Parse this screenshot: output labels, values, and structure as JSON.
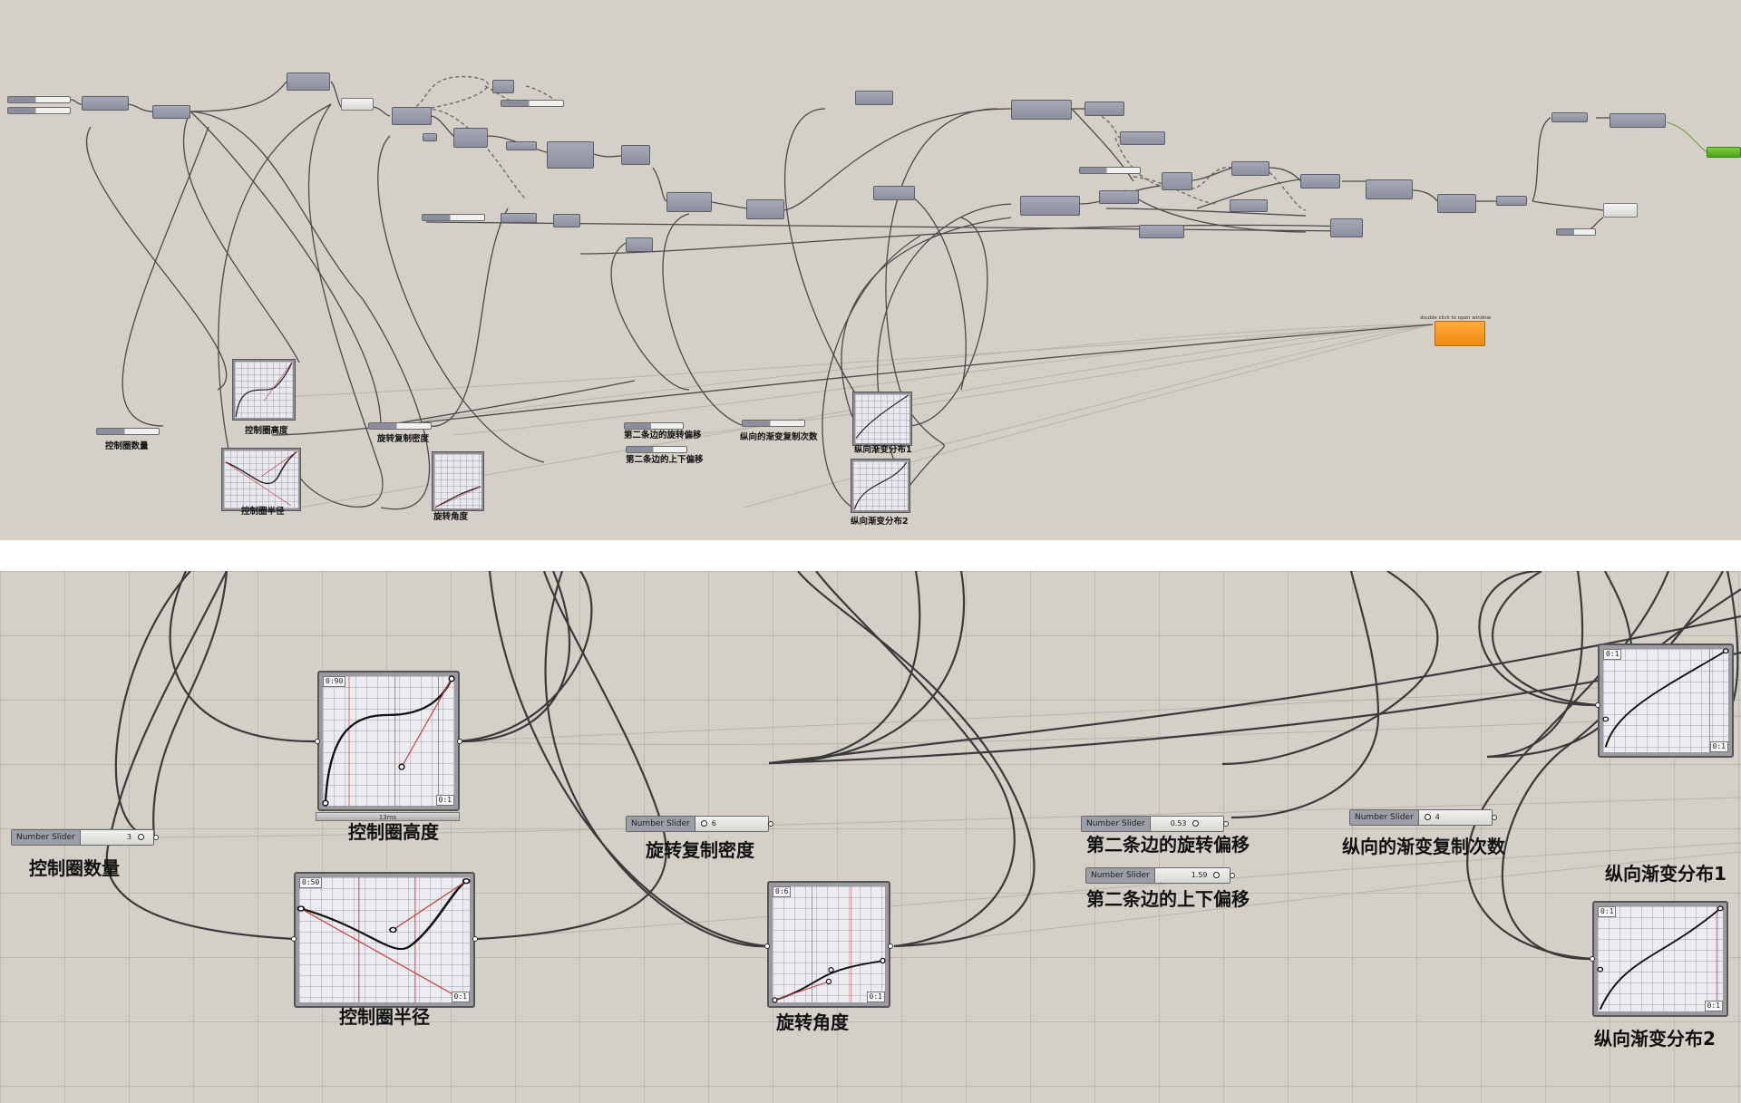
{
  "top_view": {
    "labels": {
      "control_count": "控制圈数量",
      "control_height": "控制圈高度",
      "control_radius": "控制圈半径",
      "rotation_density": "旋转复制密度",
      "rotation_angle": "旋转角度",
      "second_rotation_offset": "第二条边的旋转偏移",
      "second_vertical_offset": "第二条边的上下偏移",
      "vertical_copies": "纵向的渐变复制次数",
      "vertical_dist_1": "纵向渐变分布1",
      "vertical_dist_2": "纵向渐变分布2"
    },
    "orange_caption": "double click to open window"
  },
  "bottom_view": {
    "sliders": {
      "type_label": "Number Slider",
      "control_count_value": "3",
      "rotation_density_value": "6",
      "second_rotation_offset_value": "0.53",
      "second_vertical_offset_value": "1.59",
      "vertical_copies_value": "4"
    },
    "graph_tags": {
      "height_top": "0:90",
      "height_bottom": "0:1",
      "radius_top": "0:50",
      "radius_bottom": "0:1",
      "angle_top": "0:6",
      "angle_bottom": "0:1",
      "dist1_top": "0:1",
      "dist1_bottom": "0:1",
      "dist2_top": "0:1",
      "dist2_bottom": "0:1"
    },
    "timer": "13ms",
    "labels": {
      "control_count": "控制圈数量",
      "control_height": "控制圈高度",
      "control_radius": "控制圈半径",
      "rotation_density": "旋转复制密度",
      "rotation_angle": "旋转角度",
      "second_rotation_offset": "第二条边的旋转偏移",
      "second_vertical_offset": "第二条边的上下偏移",
      "vertical_copies": "纵向的渐变复制次数",
      "vertical_dist_1": "纵向渐变分布1",
      "vertical_dist_2": "纵向渐变分布2"
    }
  }
}
